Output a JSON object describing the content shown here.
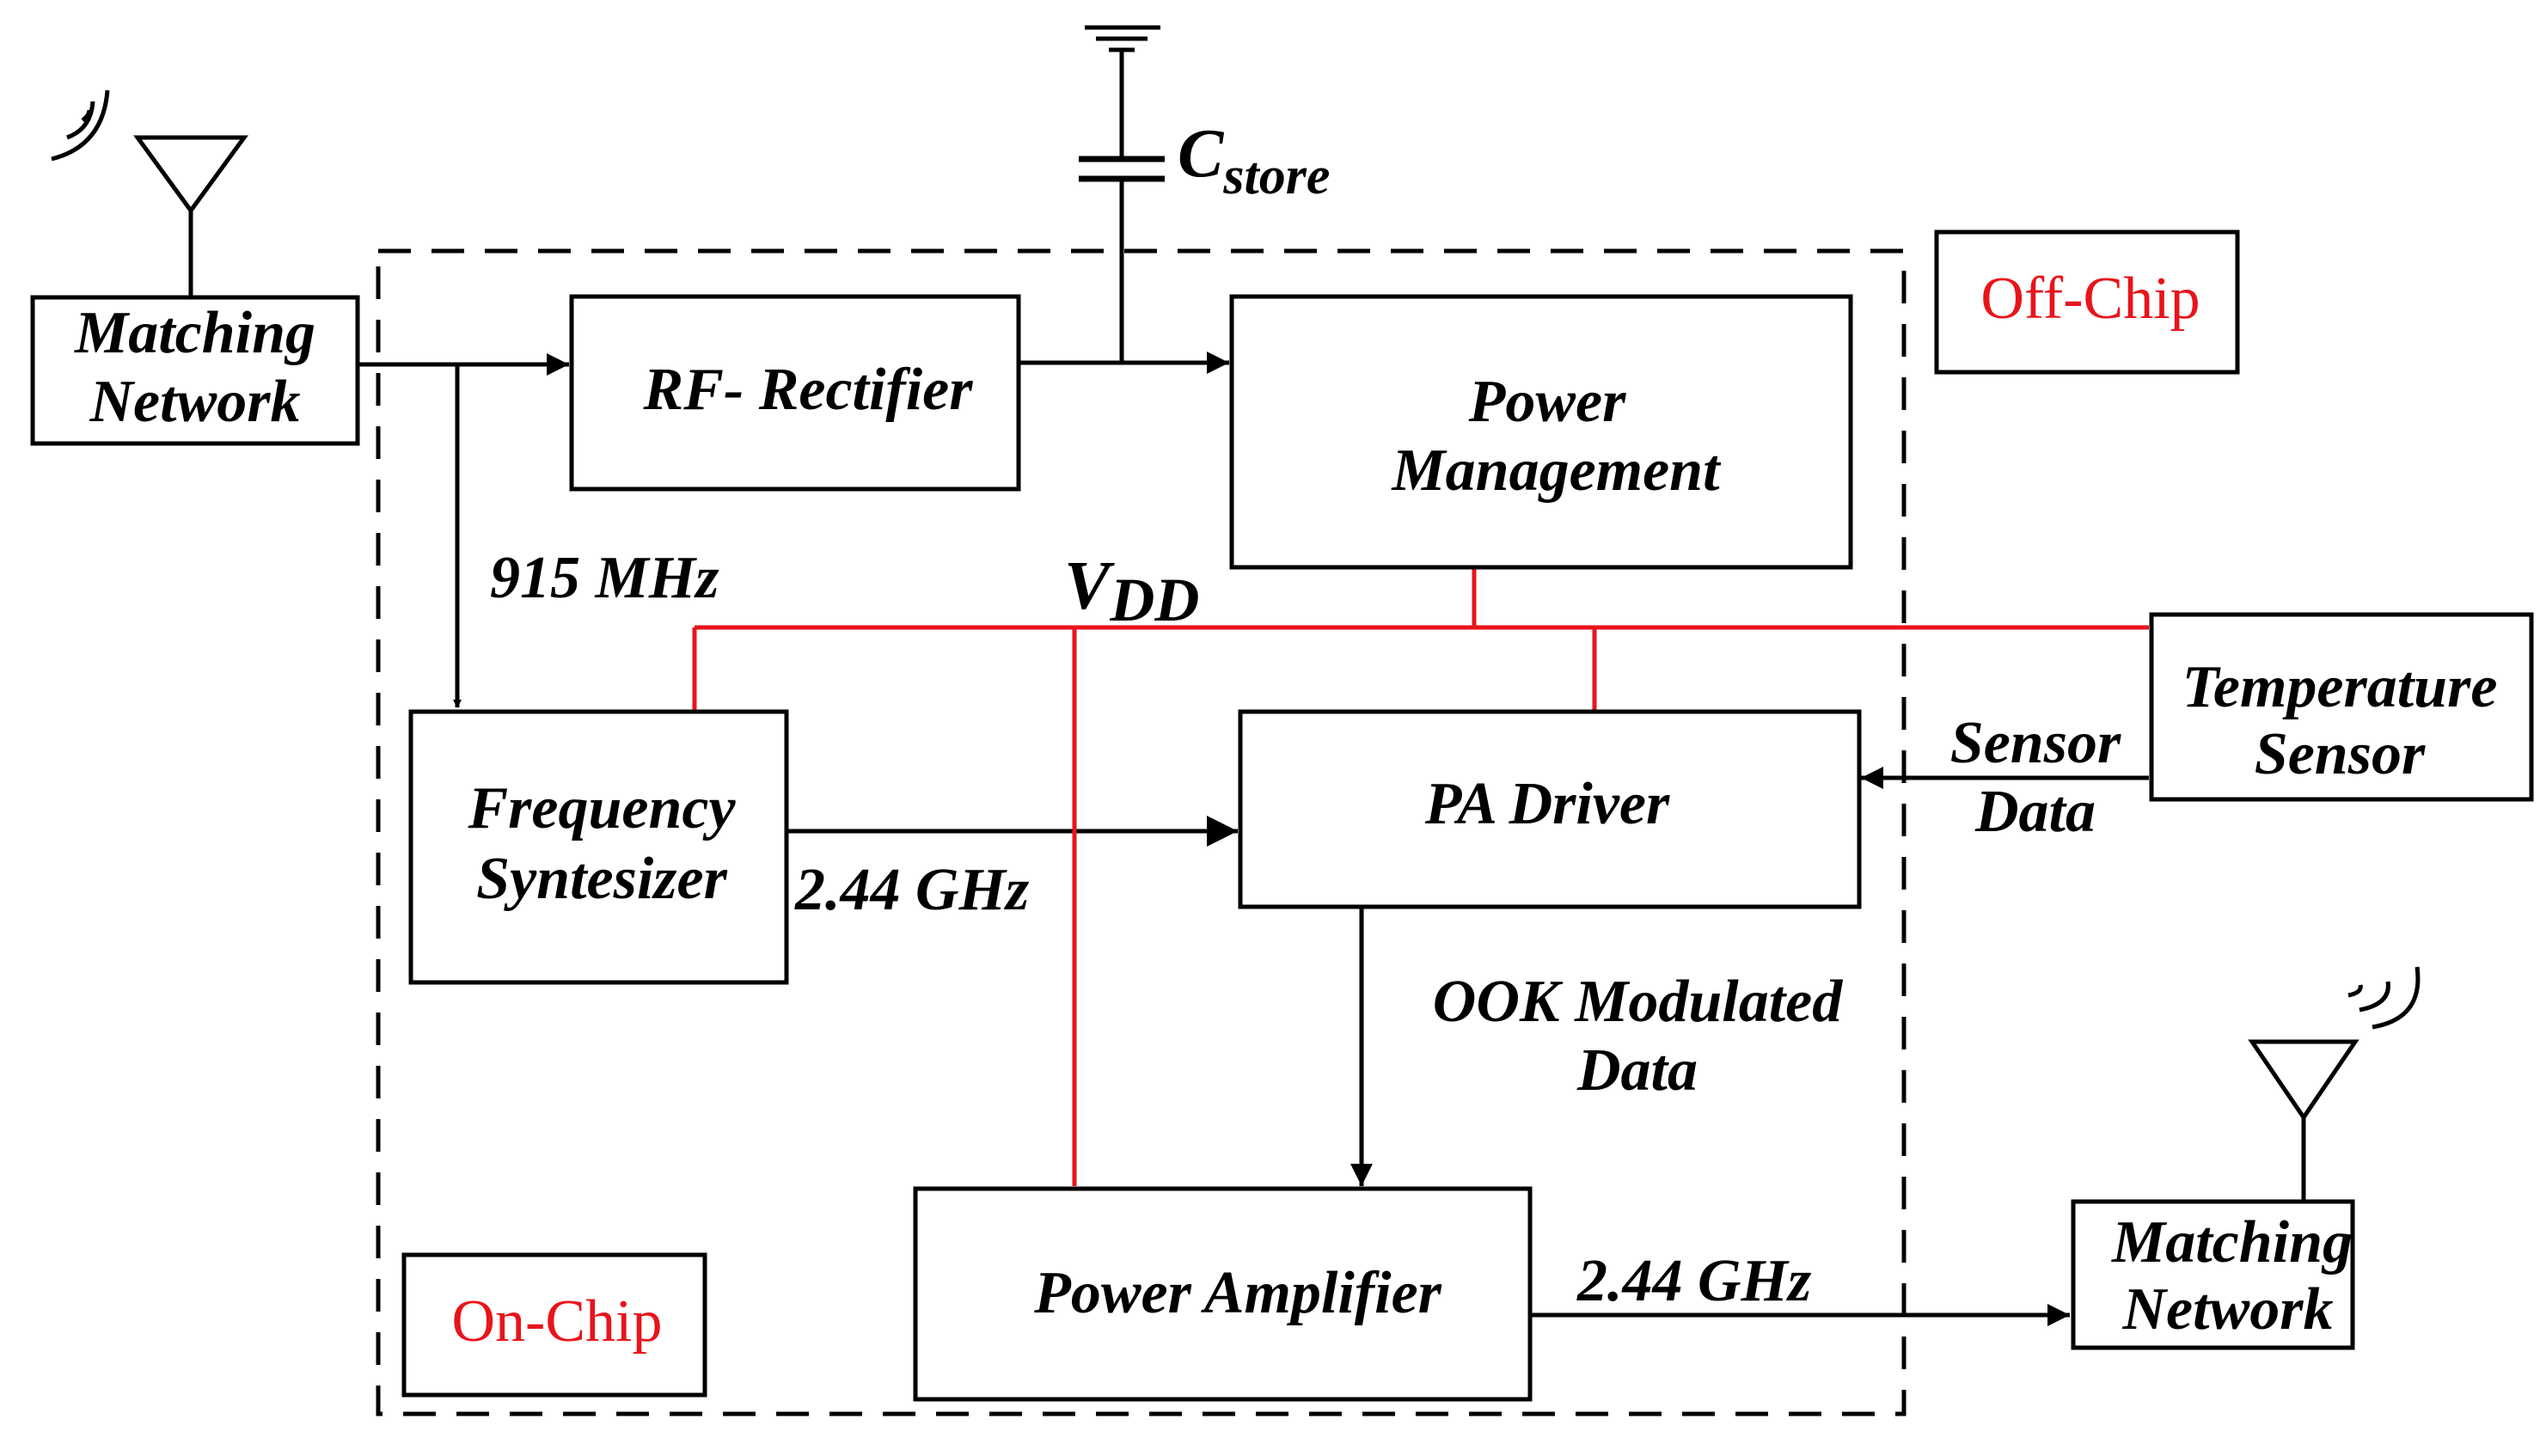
{
  "colors": {
    "wire": "#000000",
    "vdd": "#e8141b",
    "label_red": "#e8141b"
  },
  "blocks": {
    "matching_in": [
      "Matching",
      "Network"
    ],
    "rf_rectifier": [
      "RF- Rectifier"
    ],
    "power_management": [
      "Power",
      "Management"
    ],
    "frequency_synthesizer": [
      "Frequency",
      "Syntesizer"
    ],
    "pa_driver": [
      "PA Driver"
    ],
    "temperature_sensor": [
      "Temperature",
      "Sensor"
    ],
    "power_amplifier": [
      "Power Amplifier"
    ],
    "matching_out": [
      "Matching",
      "Network"
    ]
  },
  "region_labels": {
    "off_chip": "Off-Chip",
    "on_chip": "On-Chip"
  },
  "signal_labels": {
    "f_915": "915 MHz",
    "f_244_synth": "2.44 GHz",
    "f_244_out": "2.44 GHz",
    "ook": [
      "OOK Modulated",
      "Data"
    ],
    "sensor_data": [
      "Sensor",
      "Data"
    ]
  },
  "capacitor": {
    "symbol": "C",
    "subscript": "store"
  },
  "supply": {
    "symbol": "V",
    "subscript": "DD"
  },
  "icons": [
    "antenna-in-icon",
    "antenna-out-icon",
    "ground-icon",
    "capacitor-icon"
  ]
}
